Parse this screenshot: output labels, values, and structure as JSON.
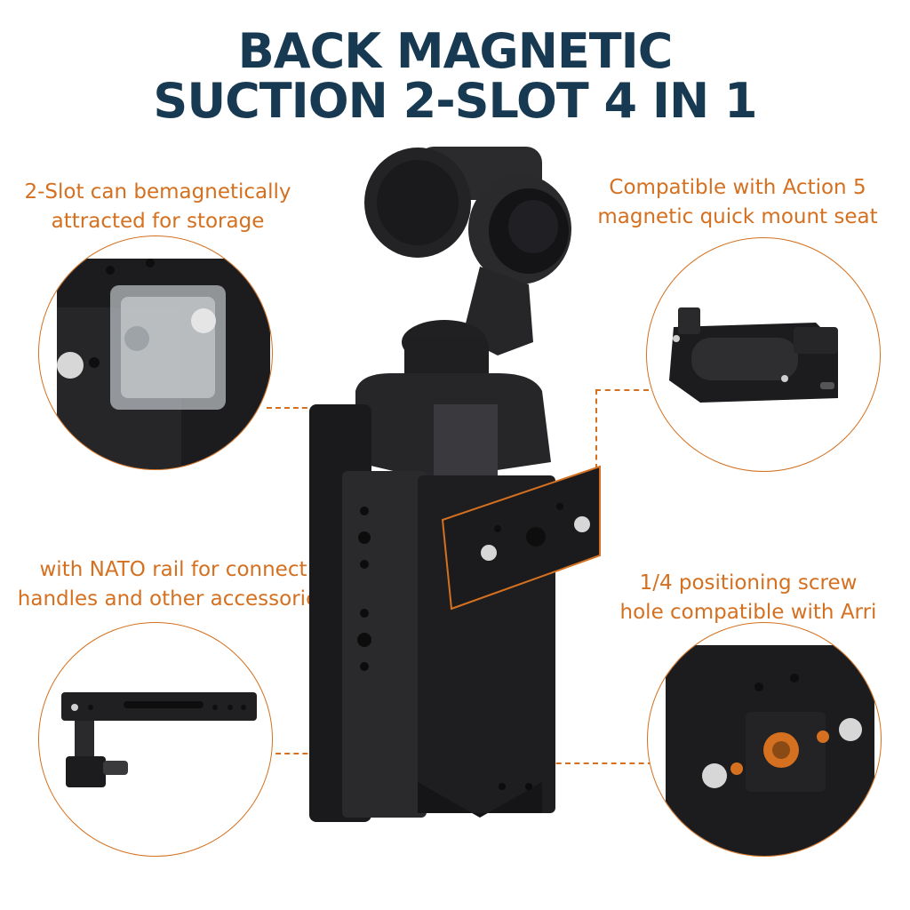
{
  "title": {
    "line1": "BACK MAGNETIC",
    "line2": "SUCTION 2-SLOT 4 IN 1"
  },
  "callouts": {
    "top_left": {
      "line1": "2-Slot can bemagnetically",
      "line2": "attracted for storage"
    },
    "top_right": {
      "line1": "Compatible with Action 5",
      "line2": "magnetic quick mount seat"
    },
    "mid_left": {
      "line1": "with NATO rail for connect",
      "line2": "handles and other accessories"
    },
    "mid_right": {
      "line1": "1/4 positioning screw",
      "line2": "hole compatible with Arri"
    }
  },
  "colors": {
    "title": "#173a52",
    "accent": "#d4701f",
    "product": "#1c1c1e"
  }
}
